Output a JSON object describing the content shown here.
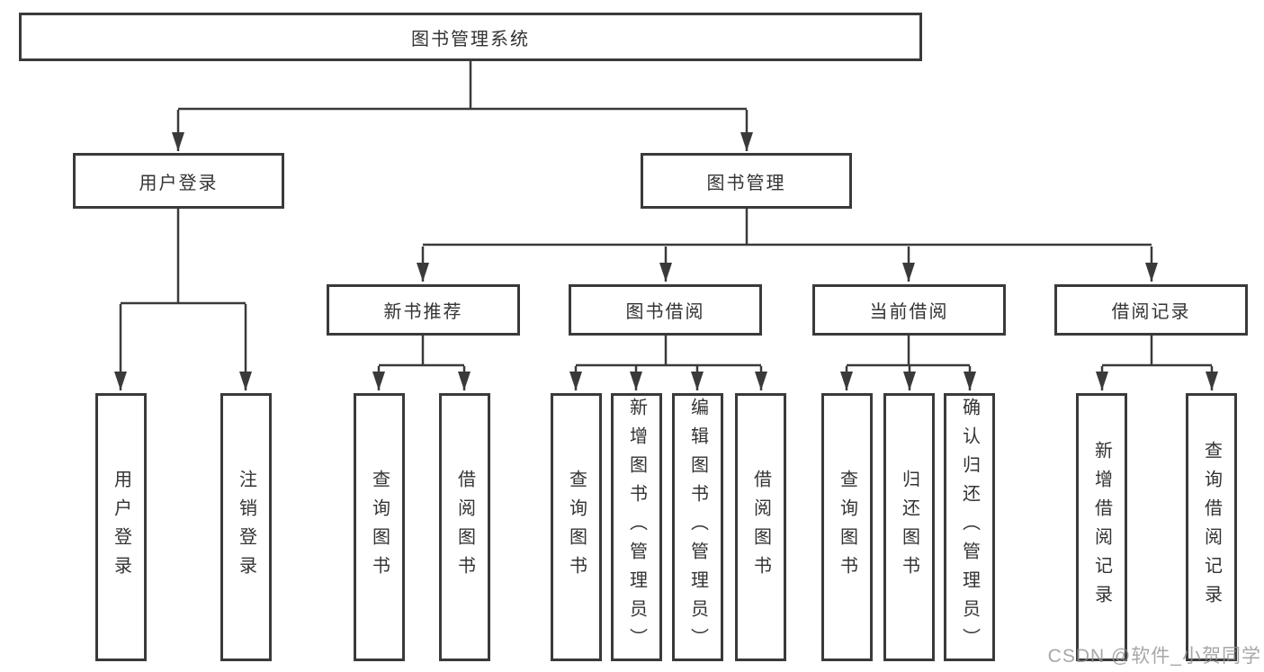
{
  "diagram": {
    "root": {
      "label": "图书管理系统"
    },
    "user_branch": {
      "label": "用户登录",
      "children": [
        {
          "label": "用户登录"
        },
        {
          "label": "注销登录"
        }
      ]
    },
    "mgmt_branch": {
      "label": "图书管理",
      "groups": [
        {
          "label": "新书推荐",
          "children": [
            {
              "label": "查询图书"
            },
            {
              "label": "借阅图书"
            }
          ]
        },
        {
          "label": "图书借阅",
          "children": [
            {
              "label": "查询图书"
            },
            {
              "label": "新增图书（管理员）"
            },
            {
              "label": "编辑图书（管理员）"
            },
            {
              "label": "借阅图书"
            }
          ]
        },
        {
          "label": "当前借阅",
          "children": [
            {
              "label": "查询图书"
            },
            {
              "label": "归还图书"
            },
            {
              "label": "确认归还（管理员）"
            }
          ]
        },
        {
          "label": "借阅记录",
          "children": [
            {
              "label": "新增借阅记录"
            },
            {
              "label": "查询借阅记录"
            }
          ]
        }
      ]
    }
  },
  "watermark": {
    "text": "CSDN @软件_小贺同学"
  },
  "colors": {
    "line": "#3a3a3a",
    "box_border": "#3a3a3a",
    "box_fill": "#ffffff",
    "text": "#333333",
    "watermark": "#919191",
    "background": "#ffffff"
  }
}
